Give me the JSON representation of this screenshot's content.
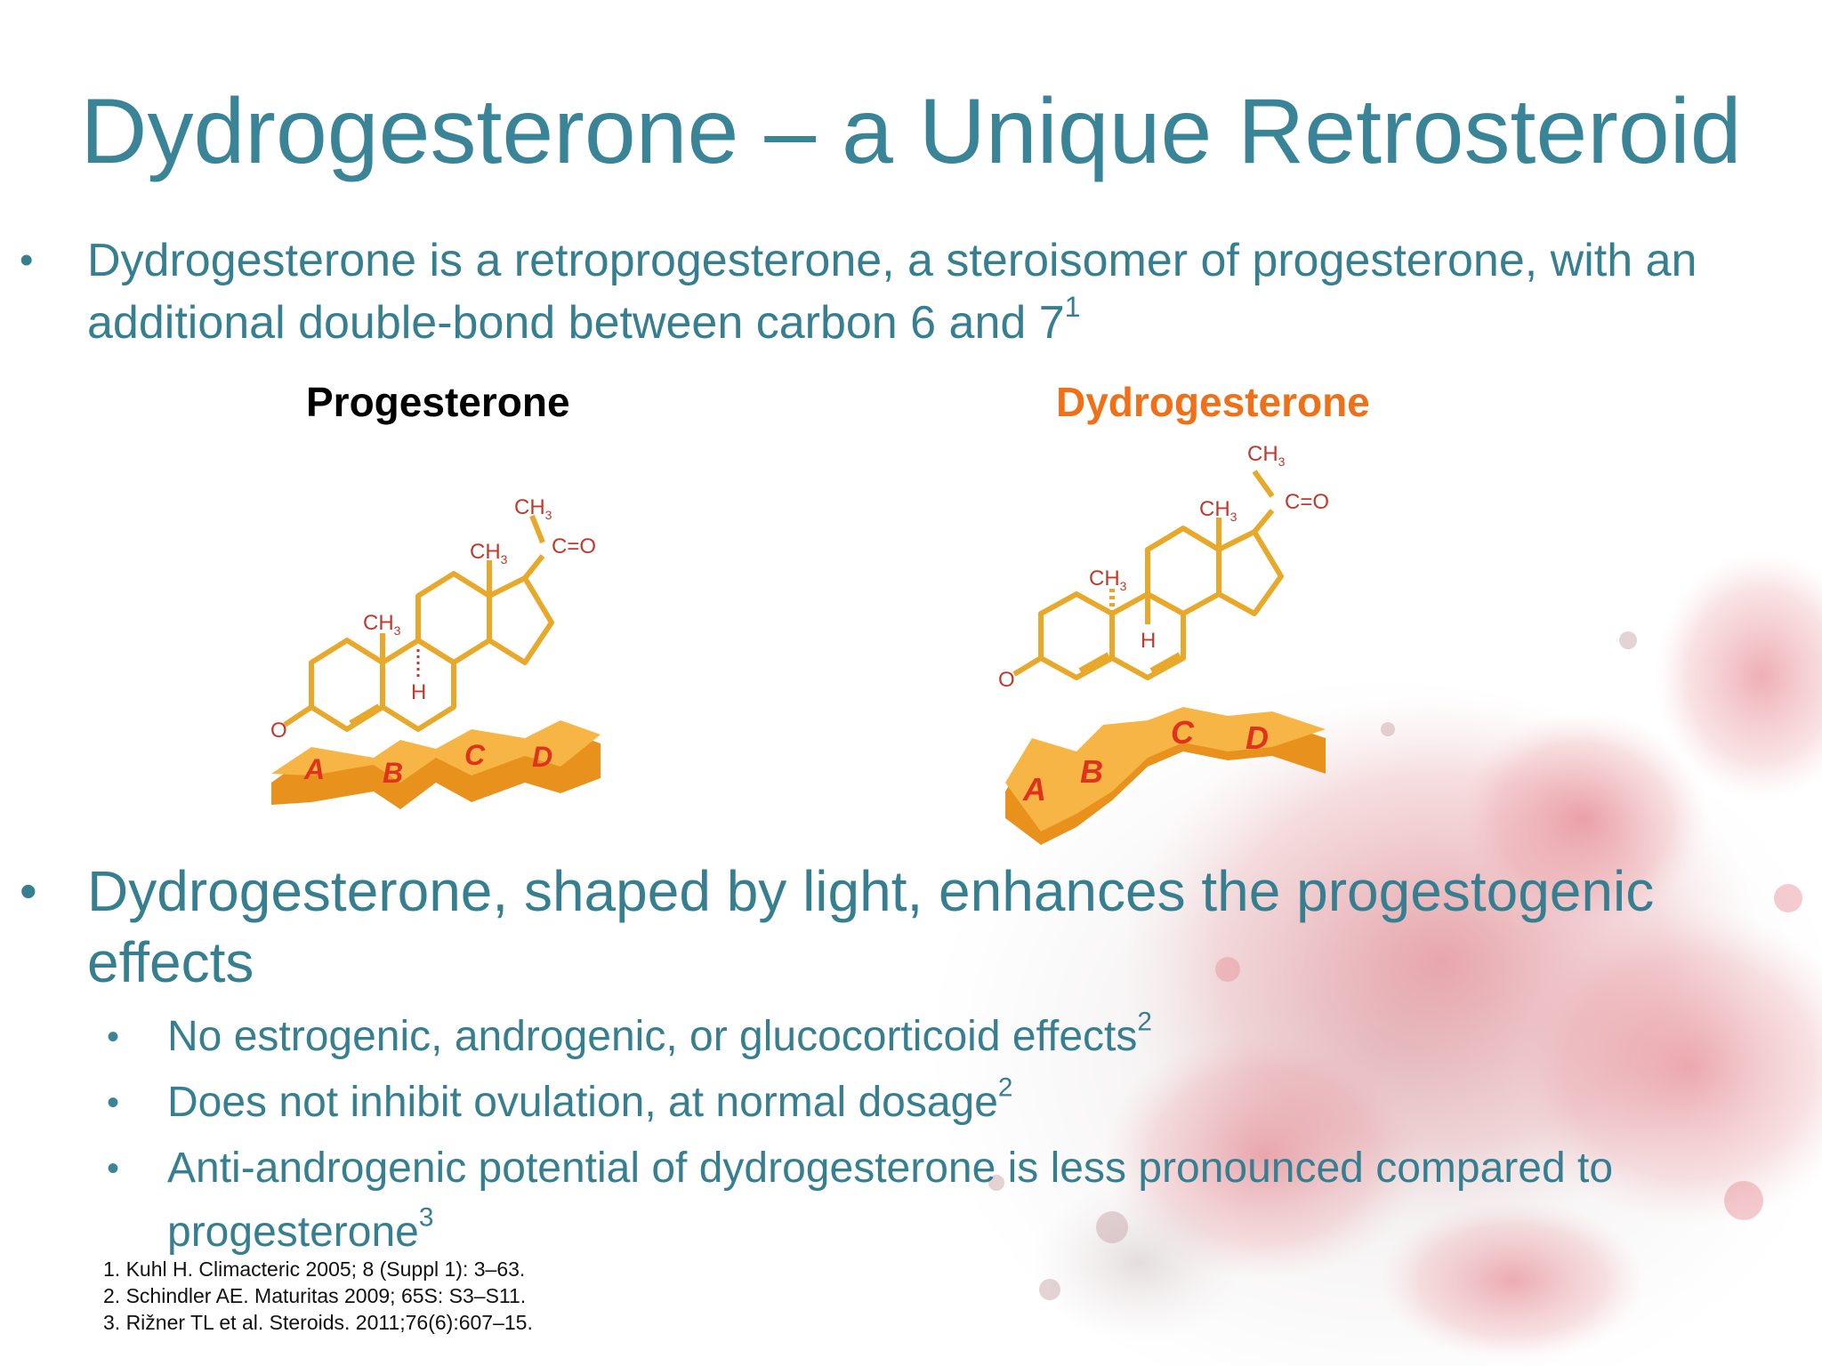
{
  "slide": {
    "title": "Dydrogesterone – a Unique Retrosteroid",
    "bullet_glyph": "•",
    "intro_bullet": {
      "text": "Dydrogesterone is a retroprogesterone, a steroisomer of progesterone, with an additional double-bond between carbon 6 and 7",
      "ref": "1"
    },
    "molecules": {
      "left_label": "Progesterone",
      "right_label": "Dydrogesterone",
      "atom_labels": {
        "methyl": "CH",
        "methyl_sub": "3",
        "carbonyl": "C=O",
        "oxygen": "O",
        "hydrogen": "H"
      },
      "rings": [
        "A",
        "B",
        "C",
        "D"
      ],
      "colors": {
        "bond": "#e8a82a",
        "atom_text": "#c0392b",
        "ring_block": "#f7b545",
        "ring_block_dark": "#e8921d",
        "ring_letter": "#e0331e"
      }
    },
    "main_bullet": {
      "text": "Dydrogesterone, shaped by light, enhances the progestogenic effects"
    },
    "sub_bullets": [
      {
        "text": "No estrogenic, androgenic, or glucocorticoid effects",
        "ref": "2"
      },
      {
        "text": "Does not inhibit ovulation, at normal dosage",
        "ref": "2"
      },
      {
        "text": "Anti-androgenic potential of dydrogesterone is less pronounced compared to progesterone",
        "ref": "3"
      }
    ],
    "references": [
      "1. Kuhl H. Climacteric 2005; 8 (Suppl 1): 3–63.",
      "2. Schindler AE. Maturitas 2009; 65S: S3–S11.",
      "3. Rižner TL et al. Steroids. 2011;76(6):607–15."
    ]
  },
  "theme": {
    "title_color": "#3a8497",
    "text_color": "#367f91",
    "splatter_color": "#e06d78"
  }
}
